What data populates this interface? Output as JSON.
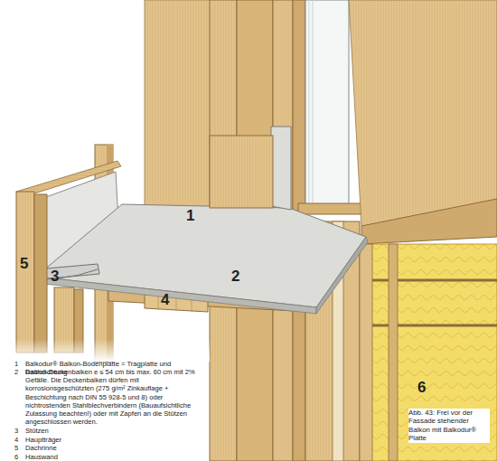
{
  "diagram": {
    "caption": "Abb. 43: Frei vor der Fassade stehender Balkon mit Balkodur® Platte",
    "labels": [
      "1",
      "2",
      "3",
      "4",
      "5",
      "6",
      "1",
      "Balkodur® Balkon-Bodenplatte = Tragplatte und Dachdichtung",
      "2",
      "Balkon-Deckenbalken e ≤ 54 cm bis max. 60 cm mit 2% Gefälle. Die Deckenbalken dürfen mit korrosionsgeschützten (275 g/m² Zinkauflage + Beschichtung nach DIN 55 928-5 und 8) oder nichtrostenden Stahlblechverbindern (Bauaufsichtliche Zulassung beachten!) oder mit Zapfen an die Stützen angeschlossen werden.",
      "3",
      "Stützen",
      "4",
      "Hauptträger",
      "5",
      "Dachrinne",
      "6",
      "Hauswand"
    ]
  }
}
